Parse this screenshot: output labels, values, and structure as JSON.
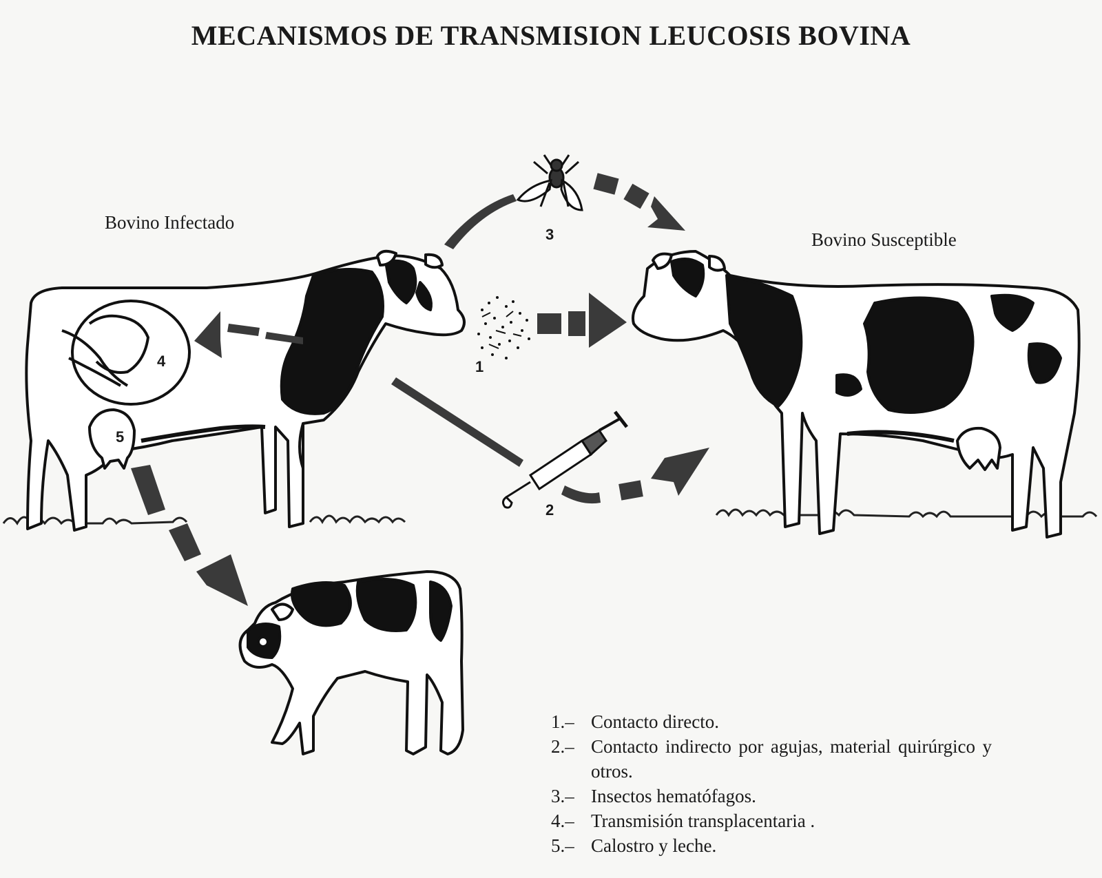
{
  "title": "MECANISMOS DE TRANSMISION LEUCOSIS BOVINA",
  "labels": {
    "infected": "Bovino Infectado",
    "susceptible": "Bovino Susceptible"
  },
  "markers": {
    "m1": "1",
    "m2": "2",
    "m3": "3",
    "m4": "4",
    "m5": "5"
  },
  "legend": [
    {
      "num": "1.–",
      "text": "Contacto directo."
    },
    {
      "num": "2.–",
      "text": "Contacto indirecto por agujas, material quirúrgico y otros."
    },
    {
      "num": "3.–",
      "text": "Insectos hematófagos."
    },
    {
      "num": "4.–",
      "text": "Transmisión transplacentaria ."
    },
    {
      "num": "5.–",
      "text": "Calostro y leche."
    }
  ],
  "icons": [
    "infected-cow-icon",
    "susceptible-cow-icon",
    "calf-icon",
    "fly-icon",
    "syringe-icon",
    "spray-icon",
    "fetus-icon"
  ]
}
